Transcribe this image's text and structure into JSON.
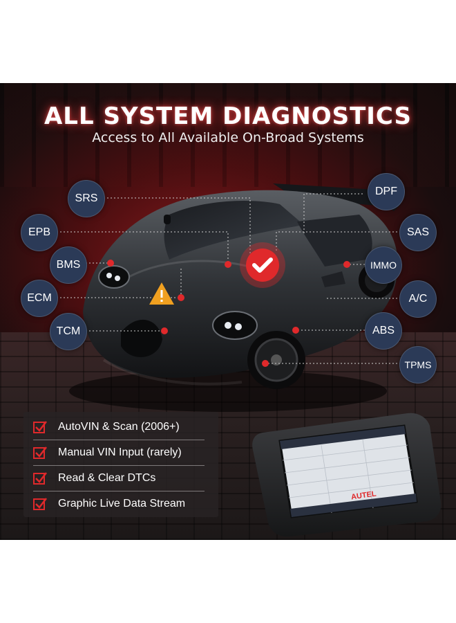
{
  "header": {
    "title": "ALL SYSTEM DIAGNOSTICS",
    "subtitle": "Access to All Available On-Broad Systems"
  },
  "systems": {
    "srs": "SRS",
    "epb": "EPB",
    "bms": "BMS",
    "ecm": "ECM",
    "tcm": "TCM",
    "dpf": "DPF",
    "sas": "SAS",
    "immo": "IMMO",
    "ac": "A/C",
    "abs": "ABS",
    "tpms": "TPMS"
  },
  "features": [
    "AutoVIN & Scan (2006+)",
    "Manual VIN Input (rarely)",
    "Read & Clear DTCs",
    "Graphic Live Data Stream"
  ],
  "device": {
    "brand": "AUTEL"
  },
  "colors": {
    "accent_red": "#e0292b",
    "node_blue": "#2b3a57",
    "warning_orange": "#f0a020"
  }
}
